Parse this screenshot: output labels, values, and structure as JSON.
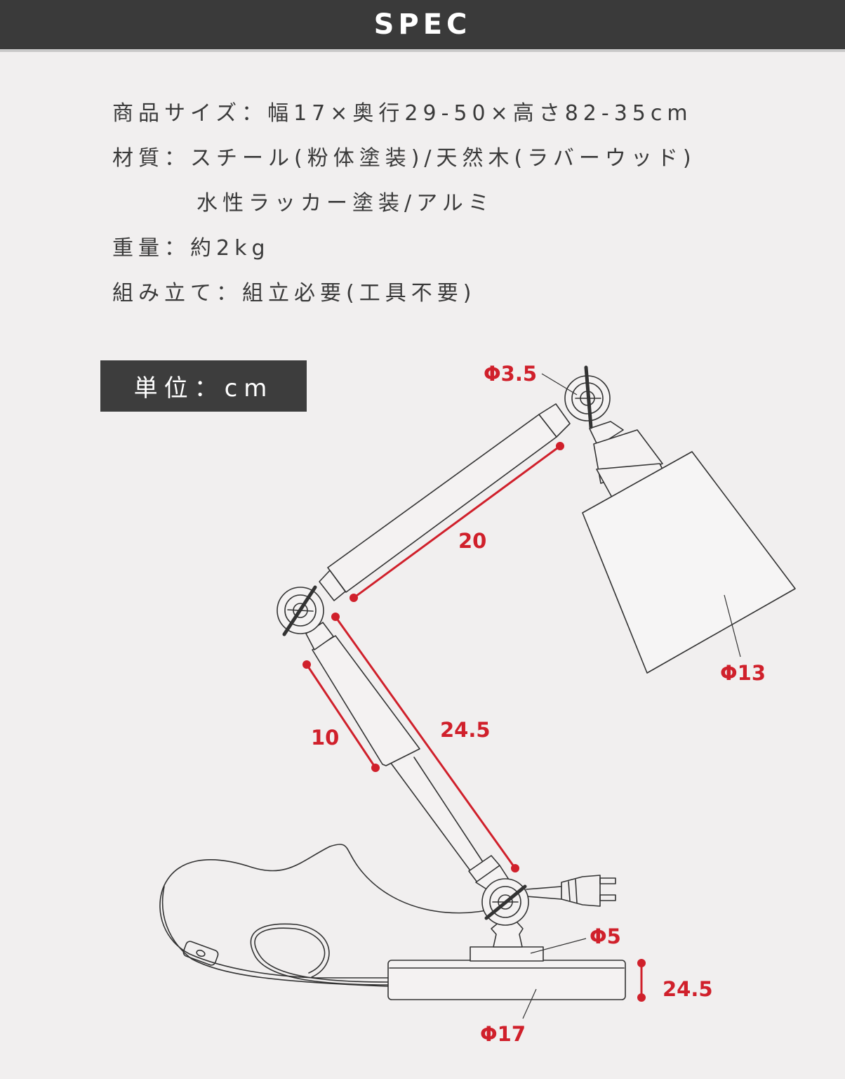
{
  "header": {
    "title": "SPEC"
  },
  "spec": {
    "size": "商品サイズ：幅17×奥行29-50×高さ82-35cm",
    "material_1": "材質：スチール(粉体塗装)/天然木(ラバーウッド)",
    "material_2": "水性ラッカー塗装/アルミ",
    "weight": "重量：約2kg",
    "assembly": "組み立て：組立必要(工具不要)"
  },
  "unit_label": "単位：cm",
  "colors": {
    "accent": "#d0202b",
    "header_bg": "#3a3a3a",
    "line": "#333333",
    "background": "#f1efef"
  },
  "dimensions": {
    "joint_diameter": "Φ3.5",
    "upper_arm": "20",
    "shade_diameter": "Φ13",
    "lower_sleeve": "10",
    "lower_arm": "24.5",
    "stem_diameter": "Φ5",
    "base_height": "24.5",
    "base_diameter": "Φ17"
  }
}
